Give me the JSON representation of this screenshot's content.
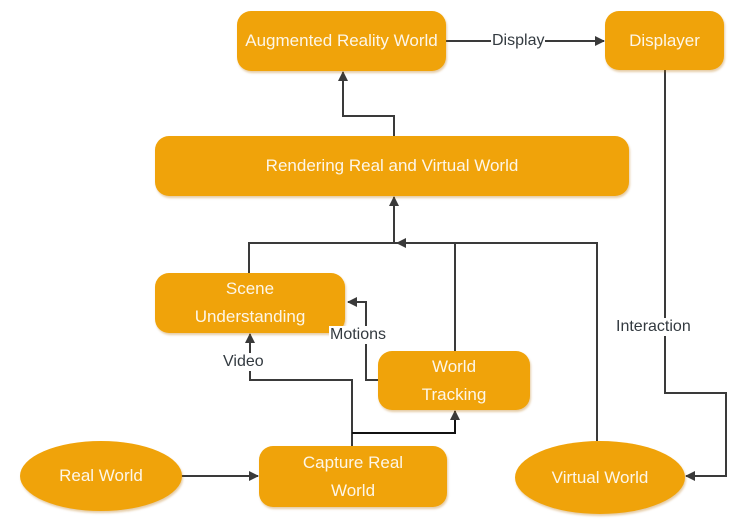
{
  "diagram": {
    "title": "Augmented Reality Pipeline",
    "node_color": "#f0a30a",
    "nodes": {
      "ar_world": "Augmented Reality World",
      "displayer": "Displayer",
      "rendering": "Rendering Real and Virtual World",
      "scene": "Scene Understanding",
      "tracking": "World Tracking",
      "real_world": "Real World",
      "capture": "Capture Real World",
      "virtual_world": "Virtual World"
    },
    "edge_labels": {
      "display": "Display",
      "interaction": "Interaction",
      "motions": "Motions",
      "video": "Video"
    },
    "edges": [
      {
        "from": "Augmented Reality World",
        "to": "Displayer",
        "label": "Display"
      },
      {
        "from": "Rendering Real and Virtual World",
        "to": "Augmented Reality World"
      },
      {
        "from": "Scene Understanding",
        "to": "Rendering Real and Virtual World"
      },
      {
        "from": "World Tracking",
        "to": "Rendering Real and Virtual World"
      },
      {
        "from": "Virtual World",
        "to": "Rendering Real and Virtual World"
      },
      {
        "from": "World Tracking",
        "to": "Scene Understanding",
        "label": "Motions"
      },
      {
        "from": "Capture Real World",
        "to": "Scene Understanding",
        "label": "Video"
      },
      {
        "from": "Capture Real World",
        "to": "World Tracking"
      },
      {
        "from": "Real World",
        "to": "Capture Real World"
      },
      {
        "from": "Displayer",
        "to": "Virtual World",
        "label": "Interaction"
      }
    ]
  }
}
